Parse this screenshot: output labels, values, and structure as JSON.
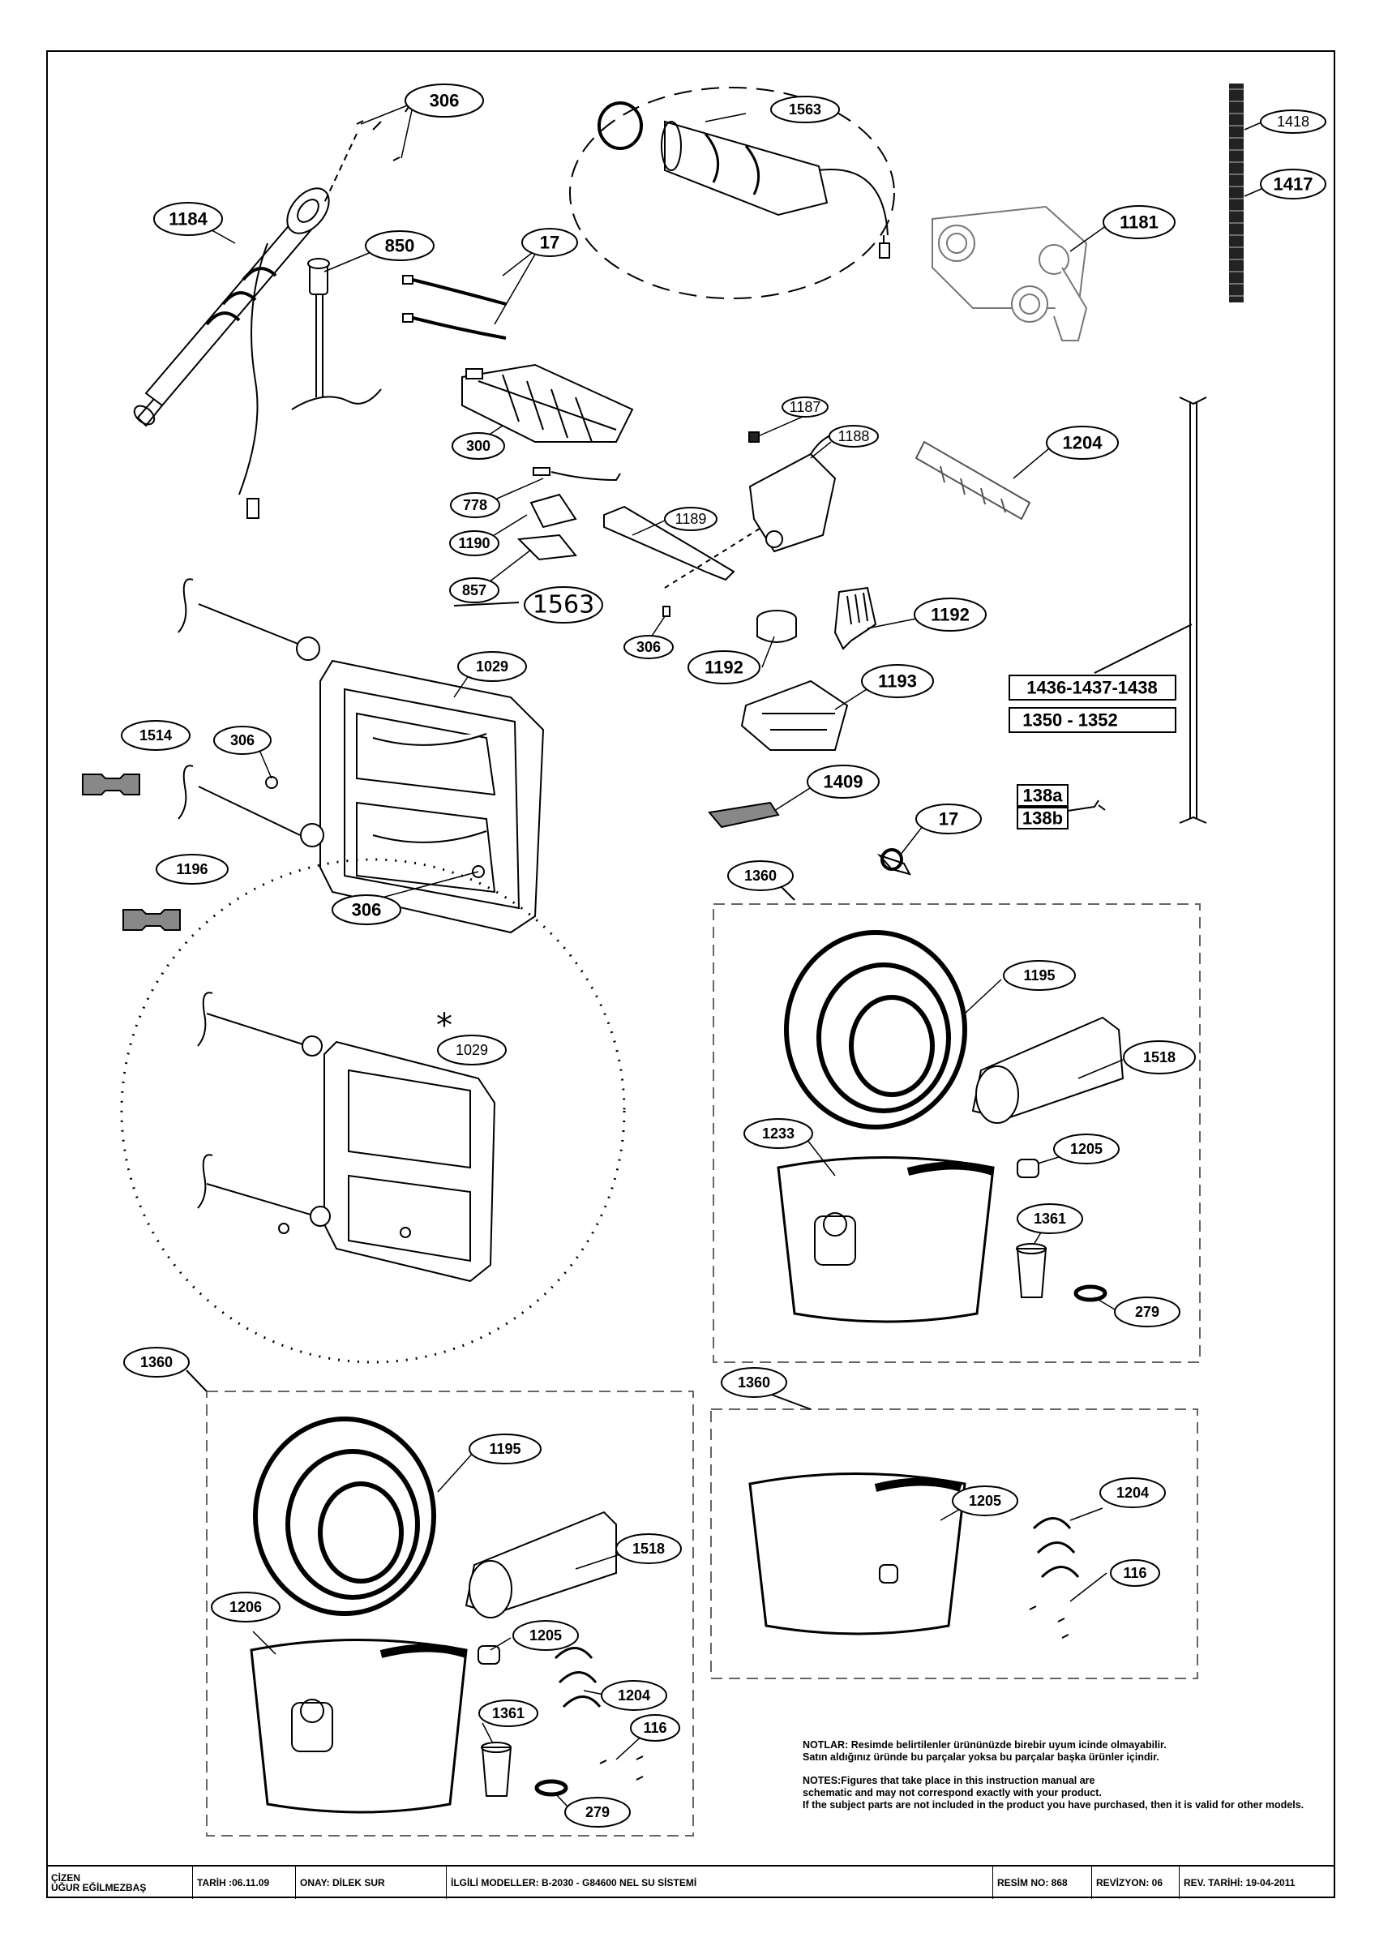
{
  "callouts": {
    "c306a": "306",
    "c1563a": "1563",
    "c1418": "1418",
    "c1417": "1417",
    "c1184": "1184",
    "c850": "850",
    "c17a": "17",
    "c1181": "1181",
    "c300": "300",
    "c1187": "1187",
    "c1188": "1188",
    "c1204a": "1204",
    "c778": "778",
    "c1189": "1189",
    "c1190": "1190",
    "c857": "857",
    "c1563b": "1563",
    "c306b": "306",
    "c1192a": "1192",
    "c1192b": "1192",
    "c1029a": "1029",
    "c1193": "1193",
    "c1436": "1436-1437-1438",
    "c1350": "1350 - 1352",
    "c1514": "1514",
    "c306c": "306",
    "c1409": "1409",
    "c138a": "138a",
    "c138b": "138b",
    "c17b": "17",
    "c1196": "1196",
    "c306d": "306",
    "c1360a": "1360",
    "c1195a": "1195",
    "c1518a": "1518",
    "c1029b": "1029",
    "c1233": "1233",
    "c1205a": "1205",
    "c1361a": "1361",
    "c279a": "279",
    "c1360b": "1360",
    "c1360c": "1360",
    "c1195b": "1195",
    "c1518b": "1518",
    "c1206": "1206",
    "c1205b": "1205",
    "c1204b": "1204",
    "c1361b": "1361",
    "c116a": "116",
    "c279b": "279",
    "c1205c": "1205",
    "c1204c": "1204",
    "c116b": "116"
  },
  "asterisk": "*",
  "notes": {
    "tr1": "NOTLAR: Resimde belirtilenler ürününüzde birebir  uyum icinde olmayabilir.",
    "tr2": "Satın aldığınız üründe bu parçalar yoksa bu parçalar başka ürünler içindir.",
    "en1": "NOTES:Figures that take place in this instruction manual are",
    "en2": "schematic  and may not correspond exactly with your product.",
    "en3": "If the subject parts are not included in the product you have purchased, then it is valid for other models."
  },
  "title_block": {
    "drawn_label": "ÇİZEN",
    "drawn_name": "UĞUR EĞİLMEZBAŞ",
    "date": "TARİH :06.11.09",
    "approval": "ONAY: DİLEK SUR",
    "models": "İLGİLİ MODELLER:  B-2030 - G84600 NEL SU SİSTEMİ",
    "drawing_no": "RESİM NO: 868",
    "revision": "REVİZYON: 06",
    "rev_date": "REV. TARİHİ: 19-04-2011"
  }
}
